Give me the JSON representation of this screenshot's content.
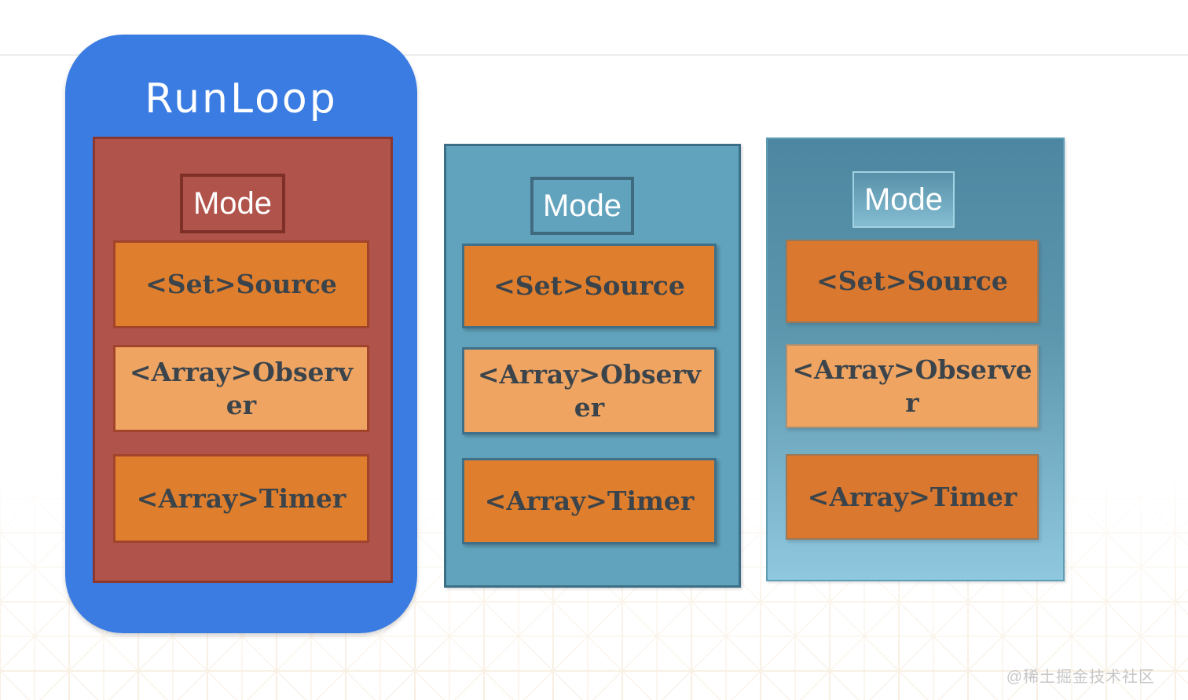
{
  "diagram": {
    "title": "RunLoop",
    "watermark": "@稀土掘金技术社区",
    "colors": {
      "runloop_blue": "#3a7ce2",
      "maroon_fill": "#b0534b",
      "maroon_border": "#8b372d",
      "orange_fill": "#df7e2c",
      "orange_light_fill": "#efa462",
      "orange_border_left_panel": "#a2432c",
      "teal_fill": "#61a3bd",
      "teal_border": "#3c6f86",
      "right_gradient_top": "#4c86a0",
      "right_gradient_bottom": "#8fc8df",
      "label_text": "#3b444b"
    },
    "panels": [
      {
        "id": "runloop",
        "mode": "Mode",
        "source": "<Set>Source",
        "observer": "<Array>Observ\ner",
        "timer": "<Array>Timer"
      },
      {
        "id": "mode-panel-2",
        "mode": "Mode",
        "source": "<Set>Source",
        "observer": "<Array>Observ\ner",
        "timer": "<Array>Timer"
      },
      {
        "id": "mode-panel-3",
        "mode": "Mode",
        "source": "<Set>Source",
        "observer": "<Array>Observe\nr",
        "timer": "<Array>Timer"
      }
    ]
  }
}
